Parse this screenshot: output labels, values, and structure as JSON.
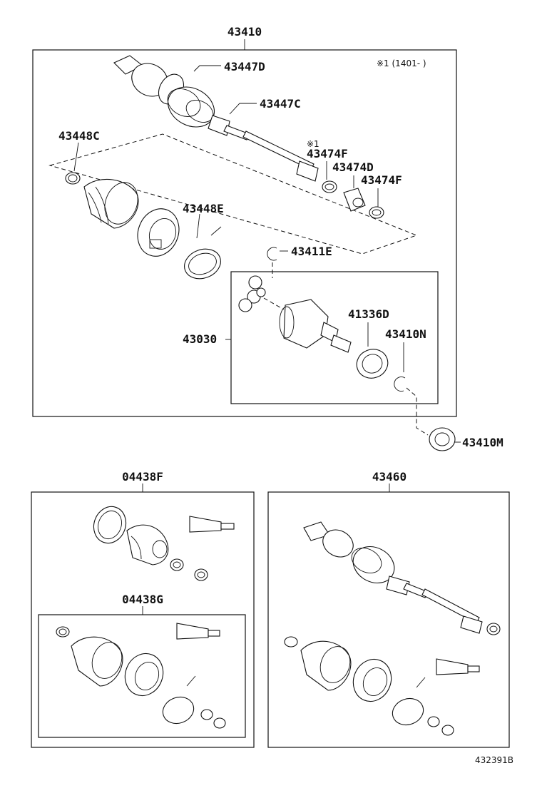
{
  "labels": {
    "main_assembly": "43410",
    "boot_outer": "43447D",
    "boot_inner_shaft": "43447C",
    "clamp_small": "43448C",
    "note_mark": "※1",
    "clamp_large": "43448E",
    "spacer_f1": "43474F",
    "damper": "43474D",
    "spacer_f2": "43474F",
    "snap_ring": "43411E",
    "joint": "43030",
    "dust_seal": "41336D",
    "hole_snap_ring": "43410N",
    "bearing": "43410M",
    "boot_kit_outer": "04438F",
    "boot_kit_inner": "04438G",
    "shaft_assembly_b": "43460"
  },
  "note": "※1 (1401-   )",
  "figure_id": "432391B"
}
